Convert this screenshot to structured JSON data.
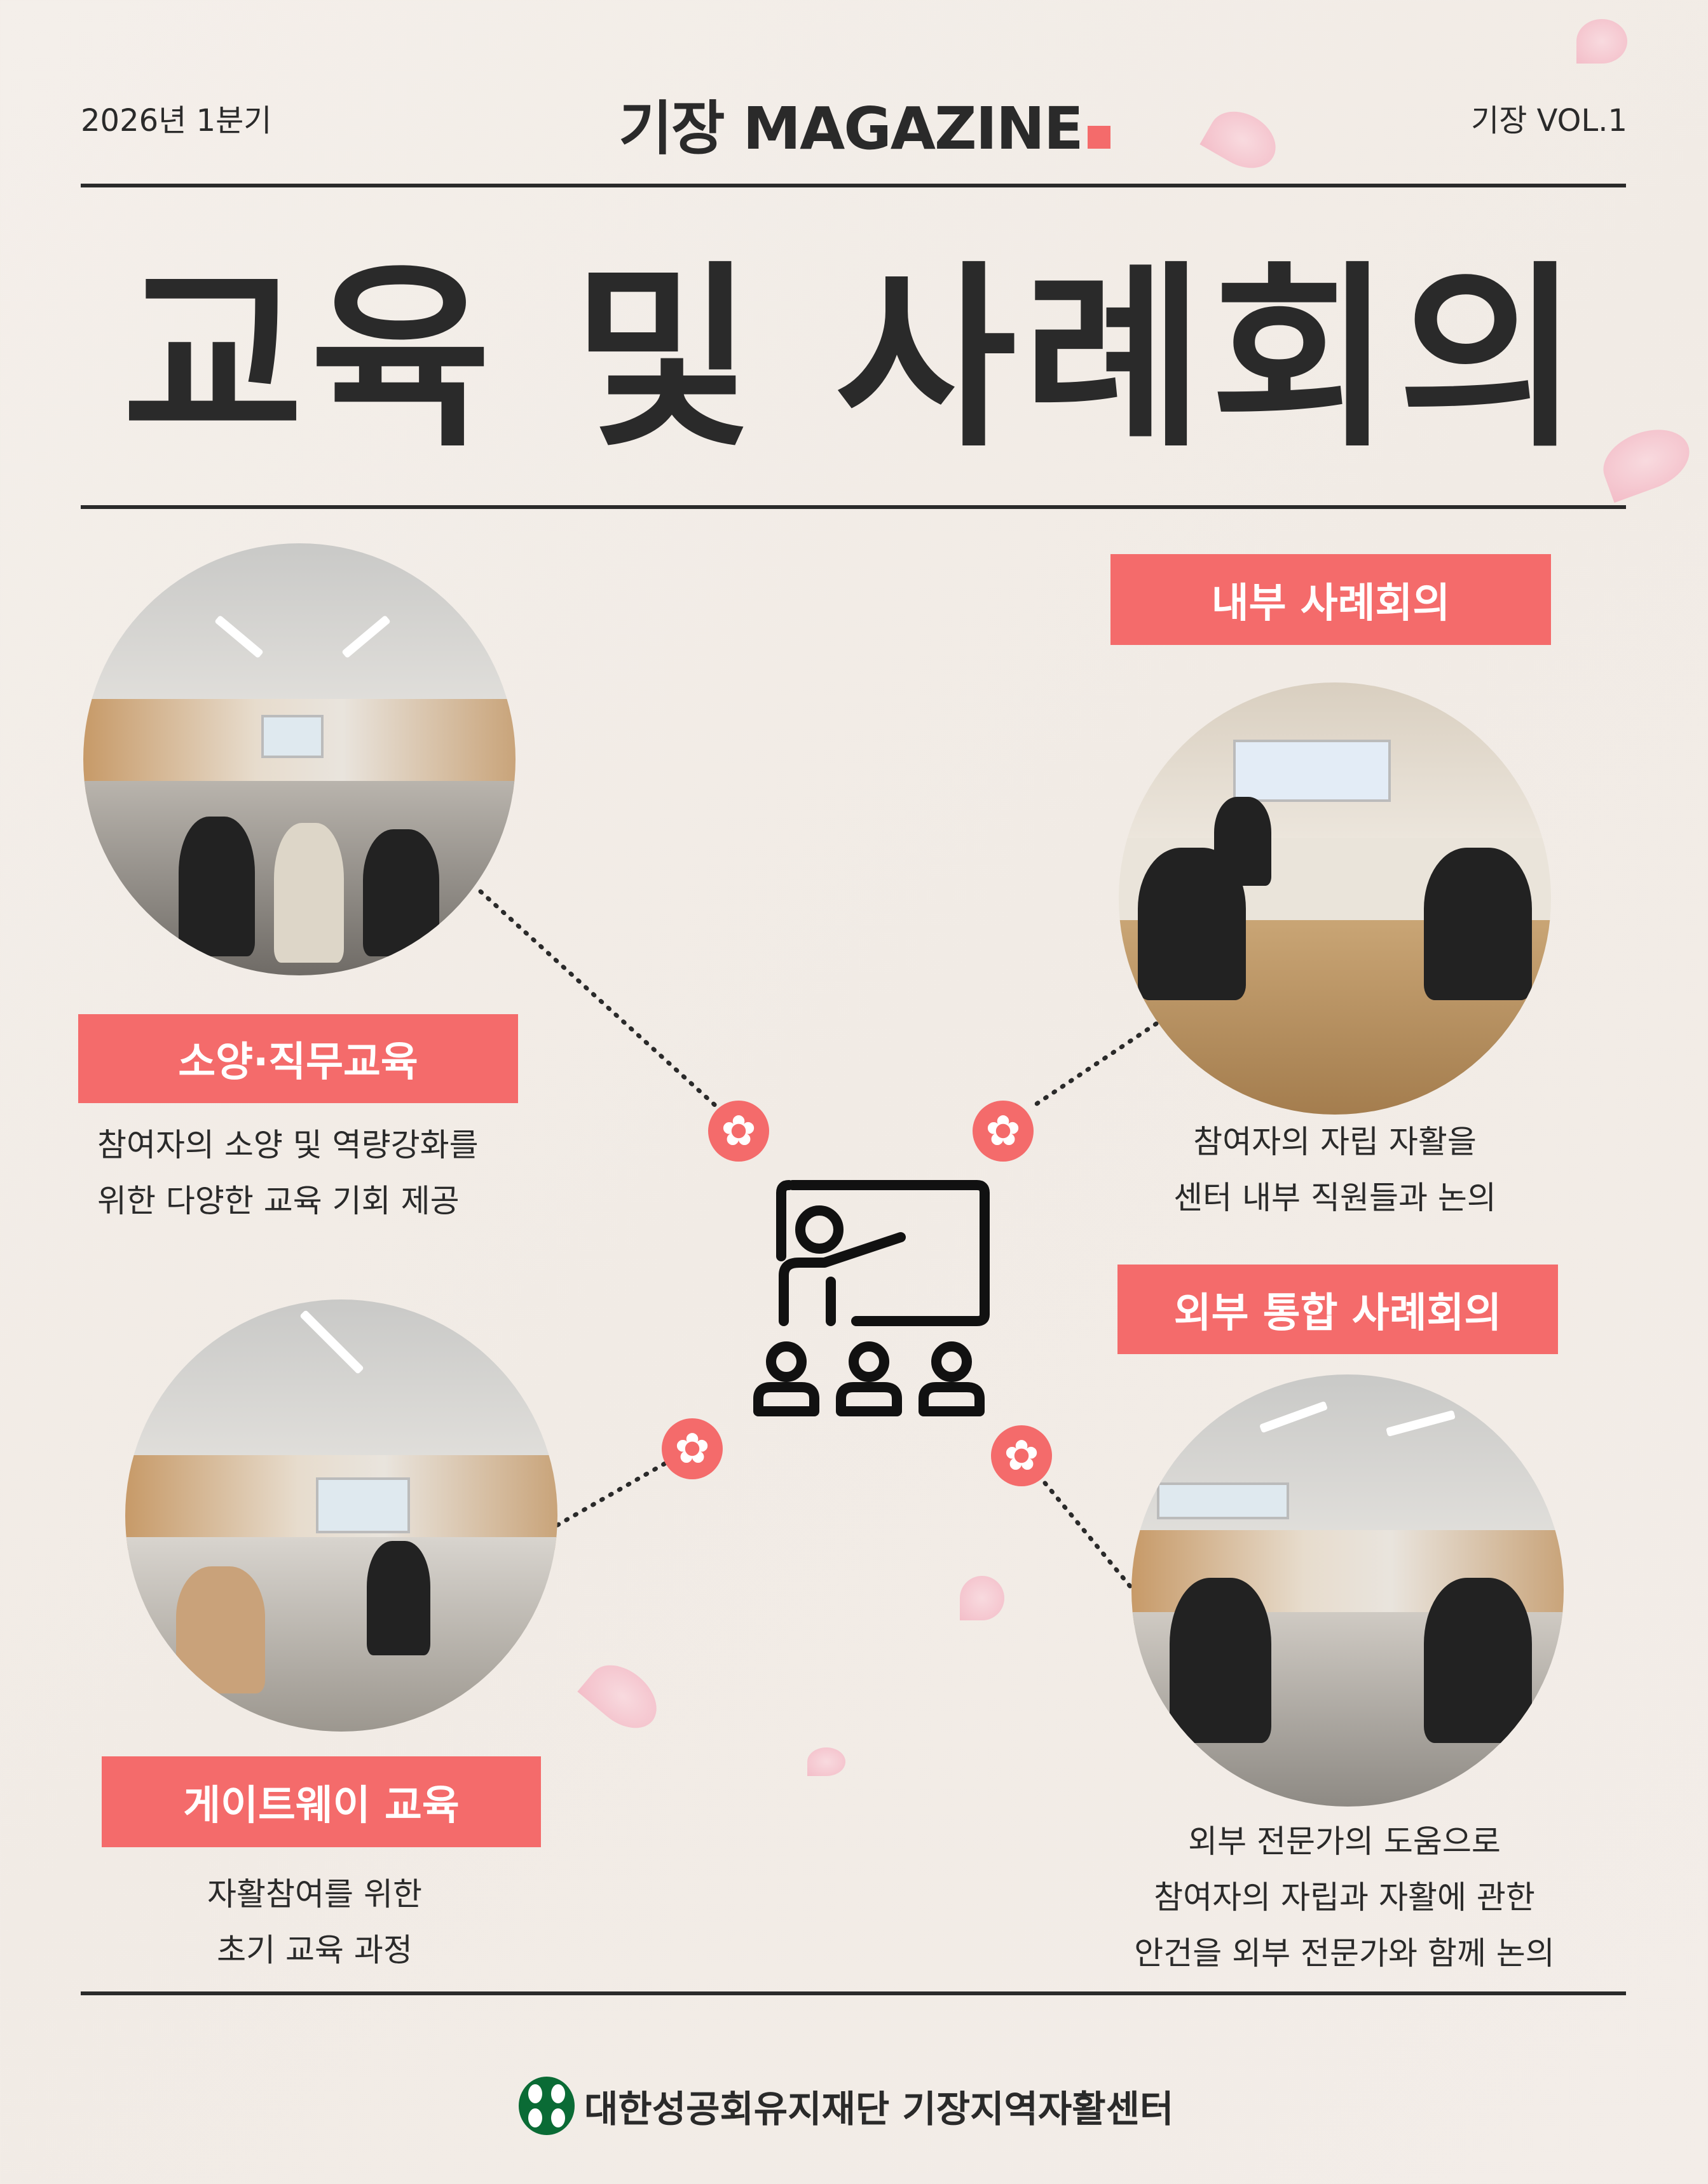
{
  "header": {
    "issue": "2026년 1분기",
    "magazine_title": "기장 MAGAZINE",
    "volume": "기장 VOL.1"
  },
  "page_title": "교육 및 사례회의",
  "sections": [
    {
      "label": "소양·직무교육",
      "desc": [
        "참여자의 소양 및 역량강화를",
        "위한 다양한 교육 기회 제공"
      ]
    },
    {
      "label": "내부 사례회의",
      "desc": [
        "참여자의 자립 자활을",
        "센터 내부 직원들과 논의"
      ]
    },
    {
      "label": "게이트웨이 교육",
      "desc": [
        "자활참여를 위한",
        "초기 교육 과정"
      ]
    },
    {
      "label": "외부 통합 사례회의",
      "desc": [
        "외부 전문가의 도움으로",
        "참여자의 자립과 자활에 관한",
        "안건을 외부 전문가와 함께 논의"
      ]
    }
  ],
  "center_icon": "teacher-presentation-icon",
  "footer": {
    "organization": "대한성공회유지재단 기장지역자활센터"
  },
  "colors": {
    "accent": "#f46b6b",
    "text": "#2a2a2a",
    "background": "#f3ede8",
    "logo_green": "#0a6b35"
  }
}
